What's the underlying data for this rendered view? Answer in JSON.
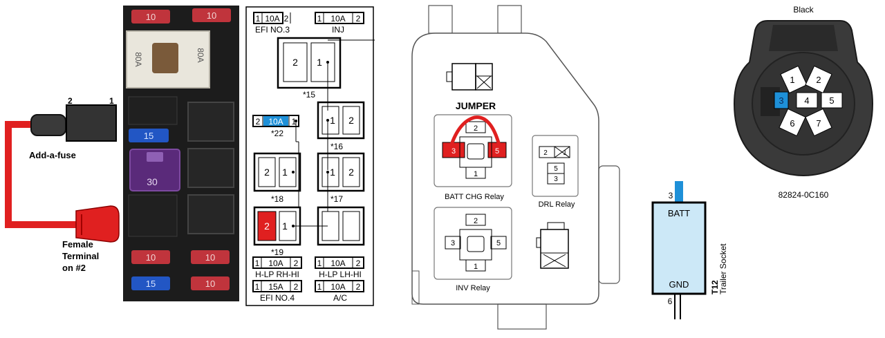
{
  "add_a_fuse": {
    "pin_2": "2",
    "pin_1": "1",
    "title": "Add-a-fuse",
    "female_line1": "Female",
    "female_line2": "Terminal",
    "female_line3": "on #2"
  },
  "photo": {
    "fuse_top_left": "10",
    "fuse_top_right": "10",
    "main_fuse": "80A",
    "fuse_blue_upper": "15",
    "fuse_purple": "30",
    "fuse_bottom_red_left": "10",
    "fuse_bottom_red_right": "10",
    "fuse_bottom_blue": "15",
    "fuse_bottom_red_right2": "10"
  },
  "schematic": {
    "efi3_pin1": "1",
    "efi3_rating": "10A",
    "efi3_pin2": "2",
    "efi3_label": "EFI NO.3",
    "inj_pin1": "1",
    "inj_rating": "10A",
    "inj_pin2": "2",
    "inj_label": "INJ",
    "r15_left": "2",
    "r15_right": "1",
    "r15_label": "*15",
    "f22_pin2": "2",
    "f22_rating": "10A",
    "f22_pin1": "1",
    "f22_label": "*22",
    "r16_left": "1",
    "r16_right": "2",
    "r16_label": "*16",
    "r18_left": "2",
    "r18_right": "1",
    "r18_label": "*18",
    "r17_left": "1",
    "r17_right": "2",
    "r17_label": "*17",
    "r19_left": "2",
    "r19_right": "1",
    "r19_label": "*19",
    "hlp_rh_pin1": "1",
    "hlp_rh_rating": "10A",
    "hlp_rh_pin2": "2",
    "hlp_rh_label": "H-LP RH-HI",
    "hlp_lh_pin1": "1",
    "hlp_lh_rating": "10A",
    "hlp_lh_pin2": "2",
    "hlp_lh_label": "H-LP LH-HI",
    "efi4_pin1": "1",
    "efi4_rating": "15A",
    "efi4_pin2": "2",
    "efi4_label": "EFI NO.4",
    "ac_pin1": "1",
    "ac_rating": "10A",
    "ac_pin2": "2",
    "ac_label": "A/C"
  },
  "relay_block": {
    "jumper_label": "JUMPER",
    "batt_pin2": "2",
    "batt_pin3": "3",
    "batt_pin5": "5",
    "batt_pin1": "1",
    "batt_label": "BATT CHG Relay",
    "drl_pin2": "2",
    "drl_pin1": "1",
    "drl_pin5": "5",
    "drl_pin3": "3",
    "drl_label": "DRL Relay",
    "inv_pin2": "2",
    "inv_pin3": "3",
    "inv_pin5": "5",
    "inv_pin1": "1",
    "inv_label": "INV Relay"
  },
  "trailer": {
    "pin_top": "3",
    "batt": "BATT",
    "gnd": "GND",
    "pin_bottom": "6",
    "code": "T12",
    "name": "Trailer Socket"
  },
  "connector": {
    "color": "Black",
    "pin1": "1",
    "pin2": "2",
    "pin3": "3",
    "pin4": "4",
    "pin5": "5",
    "pin6": "6",
    "pin7": "7",
    "part_number": "82824-0C160"
  },
  "colors": {
    "wire_red": "#e02020",
    "fuse_red": "#c0343c",
    "fuse_blue": "#2256c4",
    "fuse_purple": "#5a2a7a",
    "highlight_blue": "#1e90d8",
    "trailer_fill": "#cce8f7",
    "jumper_red": "#e02020"
  }
}
